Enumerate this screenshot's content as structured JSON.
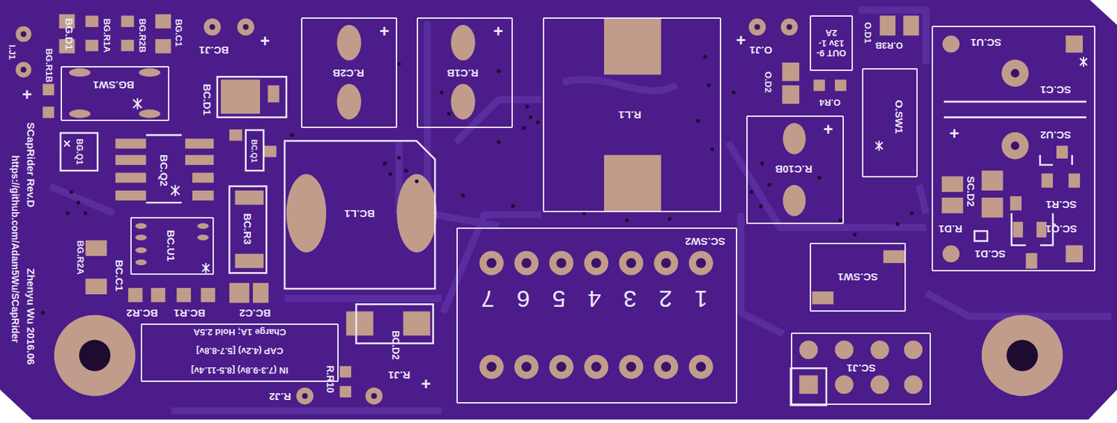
{
  "diagram": {
    "nodes": [
      {
        "text": [
          "BG.SW1"
        ]
      },
      {
        "text": [
          "BC.U1"
        ]
      },
      {
        "text": [
          "BC.L1"
        ]
      },
      {
        "text": [
          "R.C2B",
          "+"
        ]
      },
      {
        "text": [
          "R.C1B",
          "+"
        ]
      },
      {
        "text": [
          "R.L1"
        ]
      },
      {
        "text": [
          "OUT 9-13v 1-2A"
        ]
      },
      {
        "text": [
          "O.SW1"
        ]
      },
      {
        "text": [
          "R.C10B",
          "+"
        ]
      },
      {
        "text": [
          "SC.U1",
          "SC.C1",
          "+",
          "SC.U2",
          "SC.D2",
          "SC.R1",
          "R.D1",
          "SC.Q1",
          "SC.D1"
        ]
      },
      {
        "text": [
          "SC.SW2",
          "1",
          "2",
          "3",
          "4",
          "5",
          "6",
          "7"
        ]
      },
      {
        "text": [
          "SC.SW1"
        ]
      },
      {
        "text": [
          "SC.J1"
        ]
      },
      {
        "text": [
          "IN (7.3-9.8v) [8.5-11.4v]",
          "CAP (4.2v) [5.7-8.8v]",
          "Charge 1A; Hold 2.5A"
        ]
      }
    ],
    "labels": [
      "BG.D1",
      "BG.R1A",
      "BG.R2B",
      "BG.C1",
      "I.J1",
      "BG.R1B",
      "+",
      "BG.Q1",
      "SCapRider Rev.D",
      "Zhenyu Wu 2016.06",
      "https://github.com/Adam5Wu/SCapRider",
      "BC.J1",
      "+",
      "BC.D1",
      "BC.Q1",
      "BC.Q2",
      "BC.R3",
      "BG.R2A",
      "BC.C1",
      "BC.R2",
      "BC.R1",
      "BC.C2",
      "BC.D2",
      "R.R10",
      "R.J2",
      "R.J1",
      "+",
      "O.J1",
      "+",
      "O.D1",
      "O.R3B",
      "O.D2",
      "O.R4"
    ]
  }
}
